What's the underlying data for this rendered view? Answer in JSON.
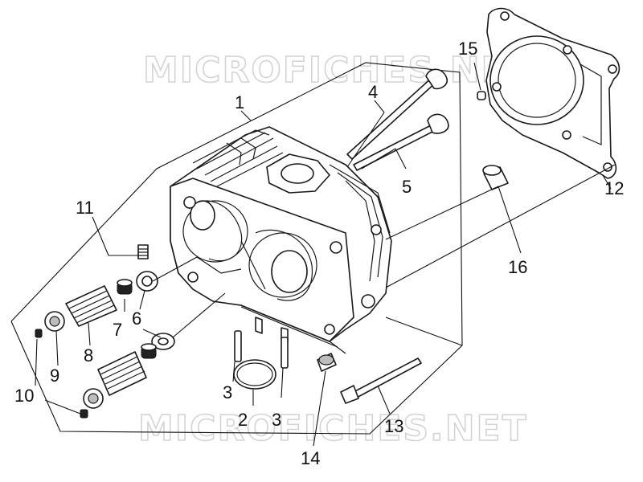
{
  "watermark": {
    "top_text": "MICROFICHES.NET",
    "bottom_text": "MICROFICHES.NET"
  },
  "callouts": {
    "c1": "1",
    "c2": "2",
    "c3a": "3",
    "c3b": "3",
    "c4": "4",
    "c5": "5",
    "c6": "6",
    "c7": "7",
    "c8": "8",
    "c9": "9",
    "c10": "10",
    "c11": "11",
    "c12": "12",
    "c13": "13",
    "c14": "14",
    "c15": "15",
    "c16": "16"
  }
}
